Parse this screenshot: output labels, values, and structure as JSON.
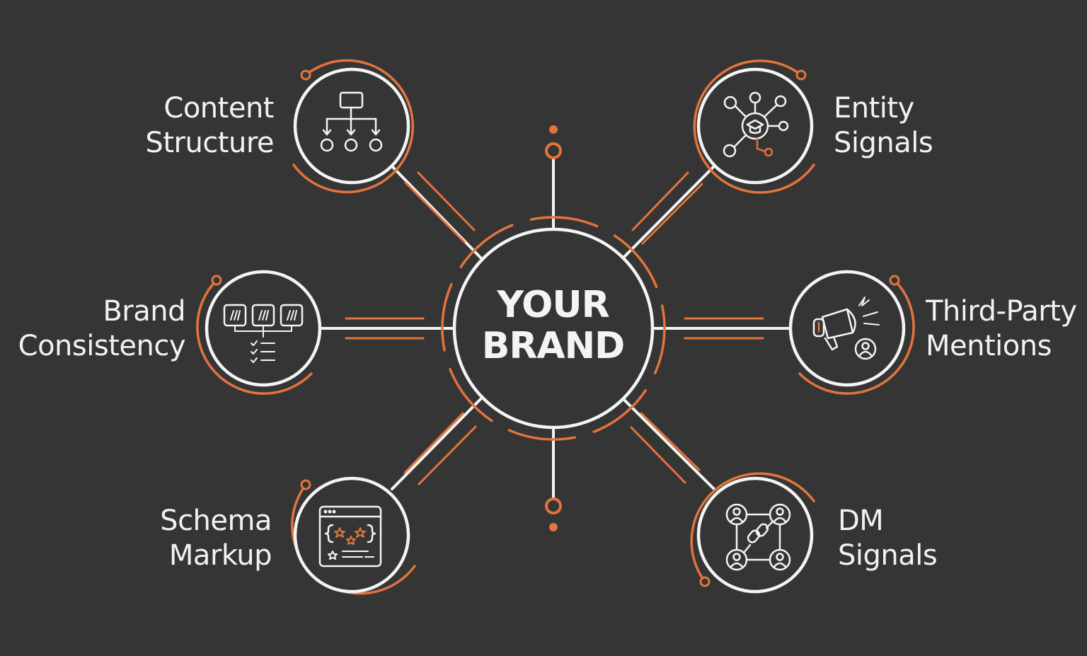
{
  "center": {
    "line1": "YOUR",
    "line2": "BRAND"
  },
  "nodes": {
    "content_structure": {
      "line1": "Content",
      "line2": "Structure",
      "icon": "hierarchy-icon"
    },
    "entity_signals": {
      "line1": "Entity",
      "line2": "Signals",
      "icon": "entity-network-icon"
    },
    "brand_consistency": {
      "line1": "Brand",
      "line2": "Consistency",
      "icon": "brand-checklist-icon"
    },
    "third_party_mentions": {
      "line1": "Third-Party",
      "line2": "Mentions",
      "icon": "megaphone-icon"
    },
    "schema_markup": {
      "line1": "Schema",
      "line2": "Markup",
      "icon": "code-window-icon"
    },
    "dm_signals": {
      "line1": "DM",
      "line2": "Signals",
      "icon": "linked-users-icon"
    }
  },
  "colors": {
    "background": "#363535",
    "accent": "#e2743c",
    "line": "#f4f4f4"
  }
}
